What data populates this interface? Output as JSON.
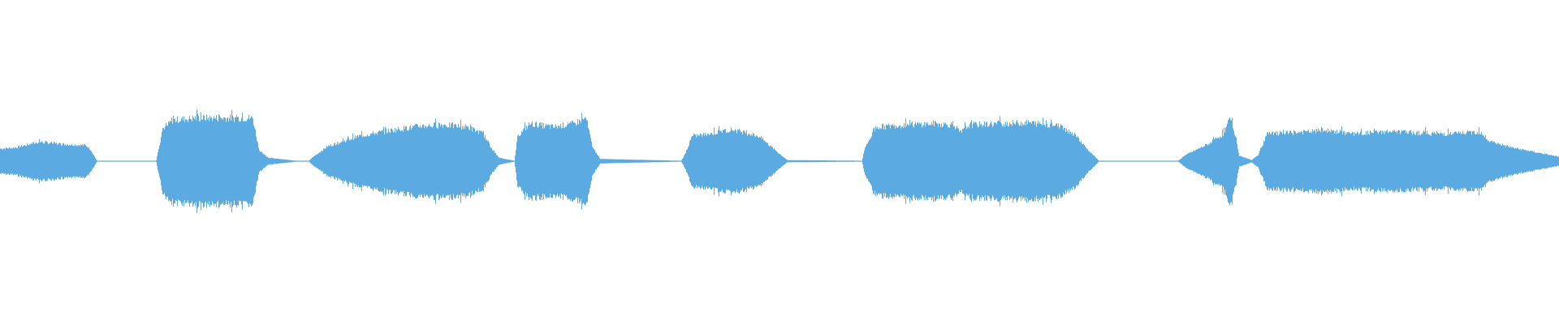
{
  "waveform": {
    "color": "#5caae2",
    "background": "#ffffff",
    "envelope": [
      [
        0.0,
        0.11
      ],
      [
        0.01,
        0.12
      ],
      [
        0.025,
        0.17
      ],
      [
        0.04,
        0.15
      ],
      [
        0.055,
        0.14
      ],
      [
        0.058,
        0.1
      ],
      [
        0.062,
        0.004
      ],
      [
        0.1,
        0.004
      ],
      [
        0.104,
        0.26
      ],
      [
        0.11,
        0.36
      ],
      [
        0.125,
        0.38
      ],
      [
        0.15,
        0.38
      ],
      [
        0.162,
        0.38
      ],
      [
        0.166,
        0.1
      ],
      [
        0.172,
        0.03
      ],
      [
        0.19,
        0.004
      ],
      [
        0.198,
        0.004
      ],
      [
        0.2,
        0.03
      ],
      [
        0.21,
        0.13
      ],
      [
        0.23,
        0.22
      ],
      [
        0.25,
        0.27
      ],
      [
        0.27,
        0.31
      ],
      [
        0.285,
        0.32
      ],
      [
        0.3,
        0.3
      ],
      [
        0.31,
        0.24
      ],
      [
        0.315,
        0.12
      ],
      [
        0.32,
        0.03
      ],
      [
        0.33,
        0.004
      ],
      [
        0.332,
        0.22
      ],
      [
        0.34,
        0.33
      ],
      [
        0.355,
        0.3
      ],
      [
        0.368,
        0.33
      ],
      [
        0.376,
        0.38
      ],
      [
        0.38,
        0.12
      ],
      [
        0.385,
        0.02
      ],
      [
        0.437,
        0.004
      ],
      [
        0.439,
        0.05
      ],
      [
        0.444,
        0.22
      ],
      [
        0.455,
        0.24
      ],
      [
        0.47,
        0.28
      ],
      [
        0.487,
        0.22
      ],
      [
        0.497,
        0.1
      ],
      [
        0.505,
        0.01
      ],
      [
        0.553,
        0.004
      ],
      [
        0.555,
        0.12
      ],
      [
        0.562,
        0.3
      ],
      [
        0.58,
        0.32
      ],
      [
        0.6,
        0.33
      ],
      [
        0.612,
        0.32
      ],
      [
        0.616,
        0.25
      ],
      [
        0.622,
        0.32
      ],
      [
        0.64,
        0.33
      ],
      [
        0.66,
        0.34
      ],
      [
        0.68,
        0.31
      ],
      [
        0.69,
        0.23
      ],
      [
        0.698,
        0.1
      ],
      [
        0.705,
        0.004
      ],
      [
        0.756,
        0.004
      ],
      [
        0.76,
        0.05
      ],
      [
        0.775,
        0.15
      ],
      [
        0.785,
        0.24
      ],
      [
        0.79,
        0.39
      ],
      [
        0.795,
        0.05
      ],
      [
        0.803,
        0.01
      ],
      [
        0.807,
        0.05
      ],
      [
        0.813,
        0.24
      ],
      [
        0.83,
        0.25
      ],
      [
        0.85,
        0.27
      ],
      [
        0.87,
        0.24
      ],
      [
        0.89,
        0.26
      ],
      [
        0.91,
        0.25
      ],
      [
        0.93,
        0.24
      ],
      [
        0.95,
        0.26
      ],
      [
        0.955,
        0.18
      ],
      [
        0.97,
        0.12
      ],
      [
        1.0,
        0.04
      ]
    ]
  }
}
